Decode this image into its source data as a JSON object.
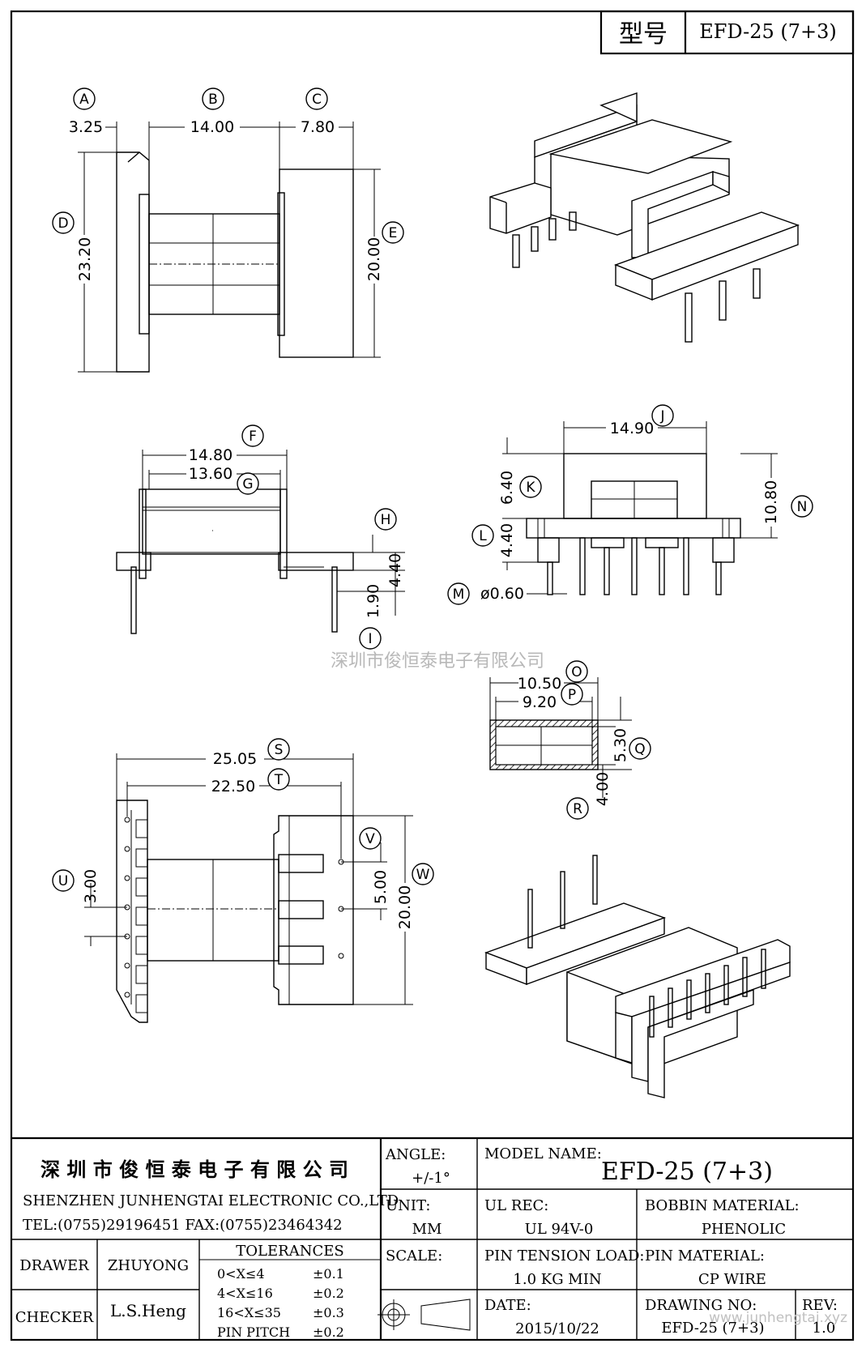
{
  "header": {
    "model_label": "型号",
    "model_value": "EFD-25 (7+3)"
  },
  "letters": {
    "A": "A",
    "B": "B",
    "C": "C",
    "D": "D",
    "E": "E",
    "F": "F",
    "G": "G",
    "H": "H",
    "I": "I",
    "J": "J",
    "K": "K",
    "L": "L",
    "M": "M",
    "N": "N",
    "O": "O",
    "P": "P",
    "Q": "Q",
    "R": "R",
    "S": "S",
    "T": "T",
    "U": "U",
    "V": "V",
    "W": "W"
  },
  "dims": {
    "a": "3.25",
    "b": "14.00",
    "c": "7.80",
    "d": "23.20",
    "e": "20.00",
    "f": "14.80",
    "g": "13.60",
    "h": "4.40",
    "i": "1.90",
    "j": "14.90",
    "k": "6.40",
    "l": "4.40",
    "m": "ø0.60",
    "n": "10.80",
    "o": "10.50",
    "p": "9.20",
    "q": "5.30",
    "r": "4.00",
    "s": "25.05",
    "t": "22.50",
    "u": "3.00",
    "v": "5.00",
    "w": "20.00"
  },
  "watermark": "深圳市俊恒泰电子有限公司",
  "watermark2": "www.junhengtai.xyz",
  "title_block": {
    "company_cn": "深 圳 市 俊 恒 泰 电 子 有 限 公 司",
    "company_en": "SHENZHEN JUNHENGTAI ELECTRONIC CO.,LTD",
    "contact": "TEL:(0755)29196451 FAX:(0755)23464342",
    "angle_label": "ANGLE:",
    "angle_value": "+/-1°",
    "model_name_label": "MODEL NAME:",
    "model_name_value": "EFD-25 (7+3)",
    "unit_label": "UNIT:",
    "unit_value": "MM",
    "ul_label": "UL REC:",
    "ul_value": "UL 94V-0",
    "bobbin_label": "BOBBIN MATERIAL:",
    "bobbin_value": "PHENOLIC",
    "drawer_label": "DRAWER",
    "drawer_value": "ZHUYONG",
    "tolerances_label": "TOLERANCES",
    "tolerances": [
      {
        "range": "0<X≤4",
        "value": "±0.1"
      },
      {
        "range": "4<X≤16",
        "value": "±0.2"
      },
      {
        "range": "16<X≤35",
        "value": "±0.3"
      },
      {
        "range": "PIN PITCH",
        "value": "±0.2"
      }
    ],
    "scale_label": "SCALE:",
    "pin_tension_label": "PIN TENSION LOAD:",
    "pin_tension_value": "1.0 KG MIN",
    "pin_material_label": "PIN MATERIAL:",
    "pin_material_value": "CP WIRE",
    "checker_label": "CHECKER",
    "checker_value": "L.S.Heng",
    "date_label": "DATE:",
    "date_value": "2015/10/22",
    "drawing_no_label": "DRAWING NO:",
    "drawing_no_value": "EFD-25 (7+3)",
    "rev_label": "REV:",
    "rev_value": "1.0"
  }
}
